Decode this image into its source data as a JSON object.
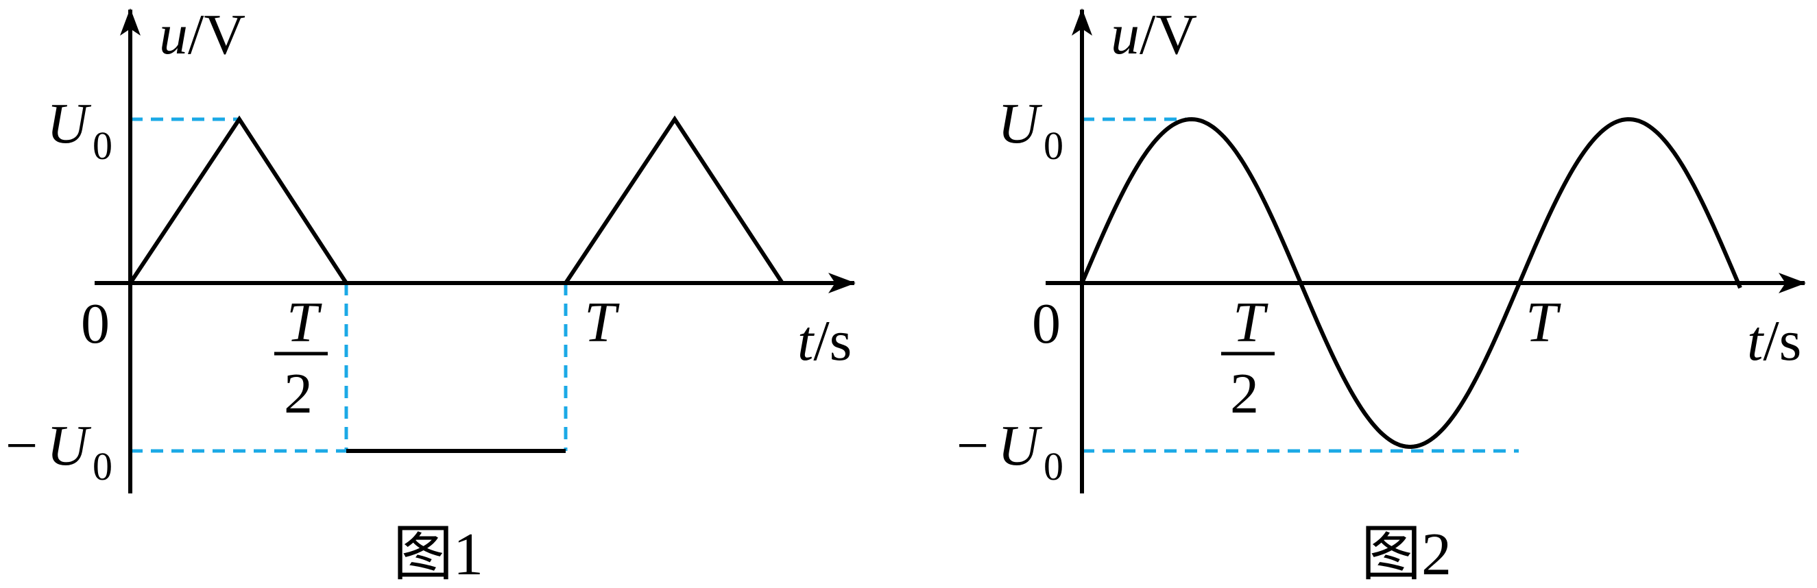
{
  "figures": [
    {
      "caption": "图1",
      "y_label": {
        "var": "u",
        "unit": "/V"
      },
      "x_label": {
        "var": "t",
        "unit": "/s"
      },
      "origin_label": "0",
      "pos_level": {
        "main": "U",
        "sub": "0"
      },
      "neg_level": {
        "prefix": "−",
        "main": "U",
        "sub": "0"
      },
      "half_period": {
        "num": "T",
        "den": "2"
      },
      "period": "T",
      "waveform": "triangle pulses in first half of each period, constant −U0 in second half"
    },
    {
      "caption": "图2",
      "y_label": {
        "var": "u",
        "unit": "/V"
      },
      "x_label": {
        "var": "t",
        "unit": "/s"
      },
      "origin_label": "0",
      "pos_level": {
        "main": "U",
        "sub": "0"
      },
      "neg_level": {
        "prefix": "−",
        "main": "U",
        "sub": "0"
      },
      "half_period": {
        "num": "T",
        "den": "2"
      },
      "period": "T",
      "waveform": "sinusoid u = U0·sin(2πt/T)"
    }
  ],
  "colors": {
    "axis": "#000000",
    "guide": "#1ba9e6"
  }
}
